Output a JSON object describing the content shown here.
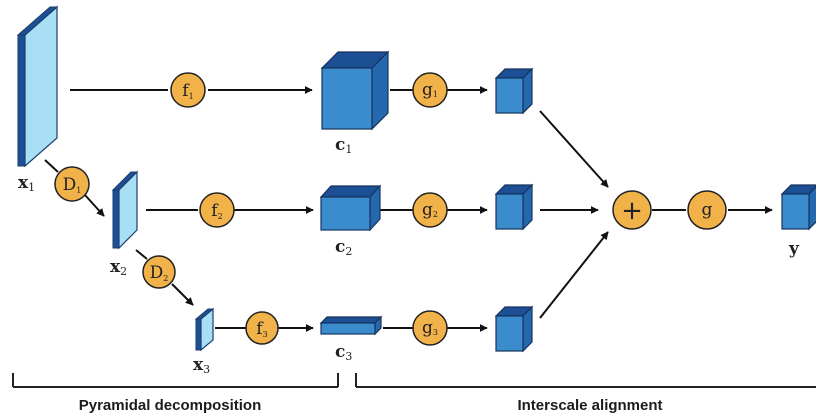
{
  "colors": {
    "cube_front": "#3b8ccc",
    "cube_top": "#1d4f94",
    "cube_side": "#2468ad",
    "input_slab": "#a9dff5",
    "op_circle": "#f2b24a",
    "line": "#111111"
  },
  "inputs": [
    {
      "main": "x",
      "sub": "1"
    },
    {
      "main": "x",
      "sub": "2"
    },
    {
      "main": "x",
      "sub": "3"
    }
  ],
  "features": [
    {
      "main": "c",
      "sub": "1"
    },
    {
      "main": "c",
      "sub": "2"
    },
    {
      "main": "c",
      "sub": "3"
    }
  ],
  "ops": {
    "downsample": [
      {
        "main": "D",
        "sub": "1"
      },
      {
        "main": "D",
        "sub": "2"
      }
    ],
    "encoders": [
      {
        "main": "f",
        "sub": "1"
      },
      {
        "main": "f",
        "sub": "2"
      },
      {
        "main": "f",
        "sub": "3"
      }
    ],
    "aligners": [
      {
        "main": "g",
        "sub": "1"
      },
      {
        "main": "g",
        "sub": "2"
      },
      {
        "main": "g",
        "sub": "3"
      }
    ],
    "sum_symbol": "+",
    "final": "g"
  },
  "output": {
    "main": "y"
  },
  "sections": {
    "pyramidal": "Pyramidal decomposition",
    "interscale": "Interscale alignment"
  }
}
